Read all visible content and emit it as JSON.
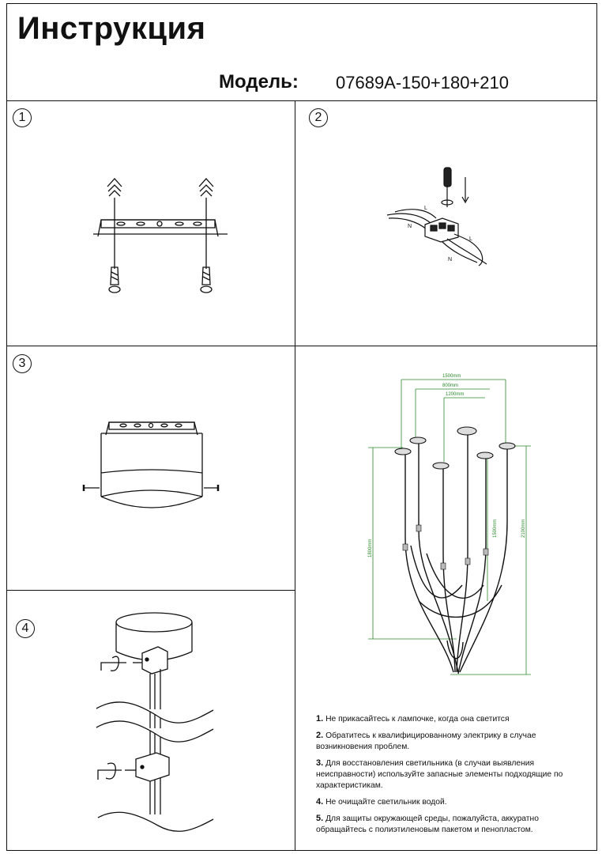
{
  "header": {
    "title": "Инструкция",
    "model_label": "Модель:",
    "model_value": "07689A-150+180+210"
  },
  "steps": [
    {
      "number": "1"
    },
    {
      "number": "2"
    },
    {
      "number": "3"
    },
    {
      "number": "4"
    }
  ],
  "wiring_labels": {
    "live": "L",
    "neutral": "N"
  },
  "dimensions": {
    "width_outer": "1500mm",
    "width_mid": "800mm",
    "width_inner": "1200mm",
    "height_left": "1800mm",
    "height_inner": "1500mm",
    "height_right": "2100mm"
  },
  "notes": [
    {
      "num": "1.",
      "text": "Не прикасайтесь к лампочке, когда она светится"
    },
    {
      "num": "2.",
      "text": "Обратитесь к квалифицированному электрику в случае возникновения проблем."
    },
    {
      "num": "3.",
      "text": "Для восстановления светильника (в случаи выявления неисправности) используйте запасные элементы подходящие по характеристикам."
    },
    {
      "num": "4.",
      "text": "Не очищайте светильник водой."
    },
    {
      "num": "5.",
      "text": "Для защиты окружающей среды, пожалуйста, аккуратно обращайтесь с полиэтиленовым пакетом и пенопластом."
    }
  ],
  "colors": {
    "line": "#111111",
    "dimension": "#2a8a2a"
  }
}
